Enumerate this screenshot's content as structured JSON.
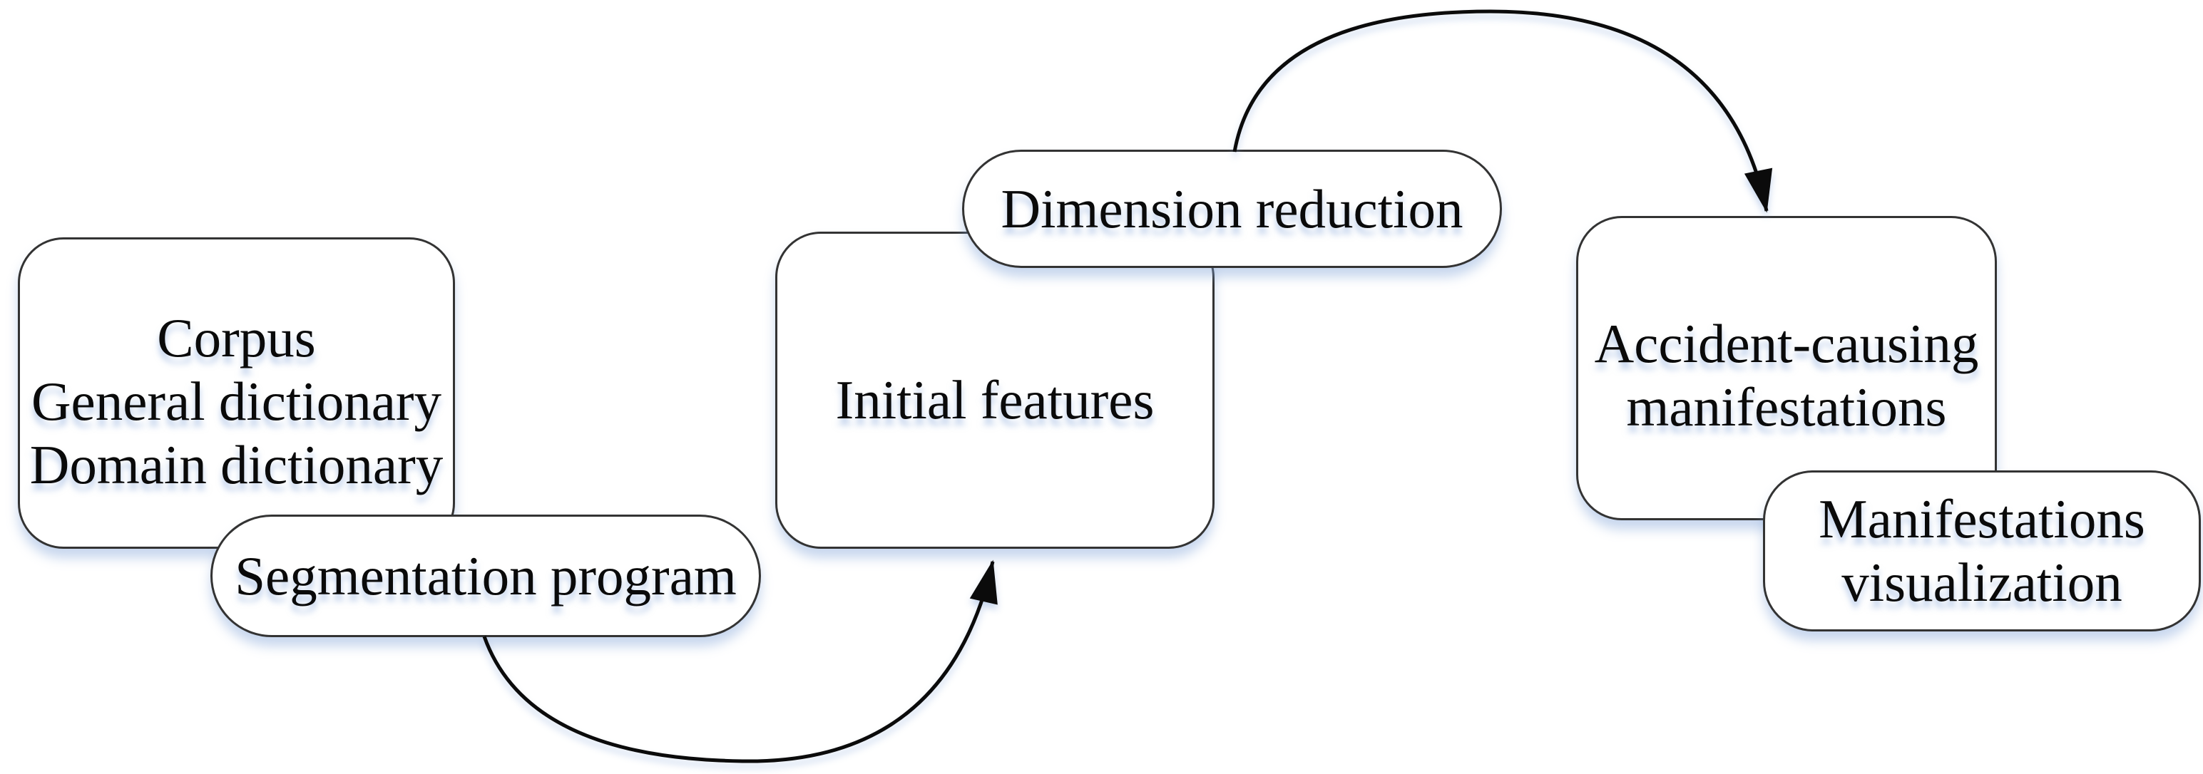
{
  "diagram": {
    "nodes": [
      {
        "id": "corpus-sources",
        "shape": "rounded-box",
        "lines": [
          "Corpus",
          "General dictionary",
          "Domain dictionary"
        ]
      },
      {
        "id": "segmentation-program",
        "shape": "capsule",
        "lines": [
          "Segmentation program"
        ]
      },
      {
        "id": "initial-features",
        "shape": "rounded-box",
        "lines": [
          "Initial features"
        ]
      },
      {
        "id": "dimension-reduction",
        "shape": "capsule",
        "lines": [
          "Dimension reduction"
        ]
      },
      {
        "id": "accident-causing-manifestations",
        "shape": "rounded-box",
        "lines": [
          "Accident-causing",
          "manifestations"
        ]
      },
      {
        "id": "manifestations-visualization",
        "shape": "rounded-box",
        "lines": [
          "Manifestations",
          "visualization"
        ]
      }
    ],
    "edges": [
      {
        "from": "segmentation-program",
        "to": "initial-features",
        "style": "curved-arrow"
      },
      {
        "from": "dimension-reduction",
        "to": "accident-causing-manifestations",
        "style": "curved-arrow"
      }
    ]
  },
  "theme": {
    "background": "#ffffff",
    "node_fill": "#ffffff",
    "node_border": "#333333",
    "arrow": "#0b0b0b",
    "text": "#0a0a0a",
    "shadow": "rgba(125,160,215,0.42)",
    "text_shadow": "rgba(125,160,215,0.55)"
  }
}
